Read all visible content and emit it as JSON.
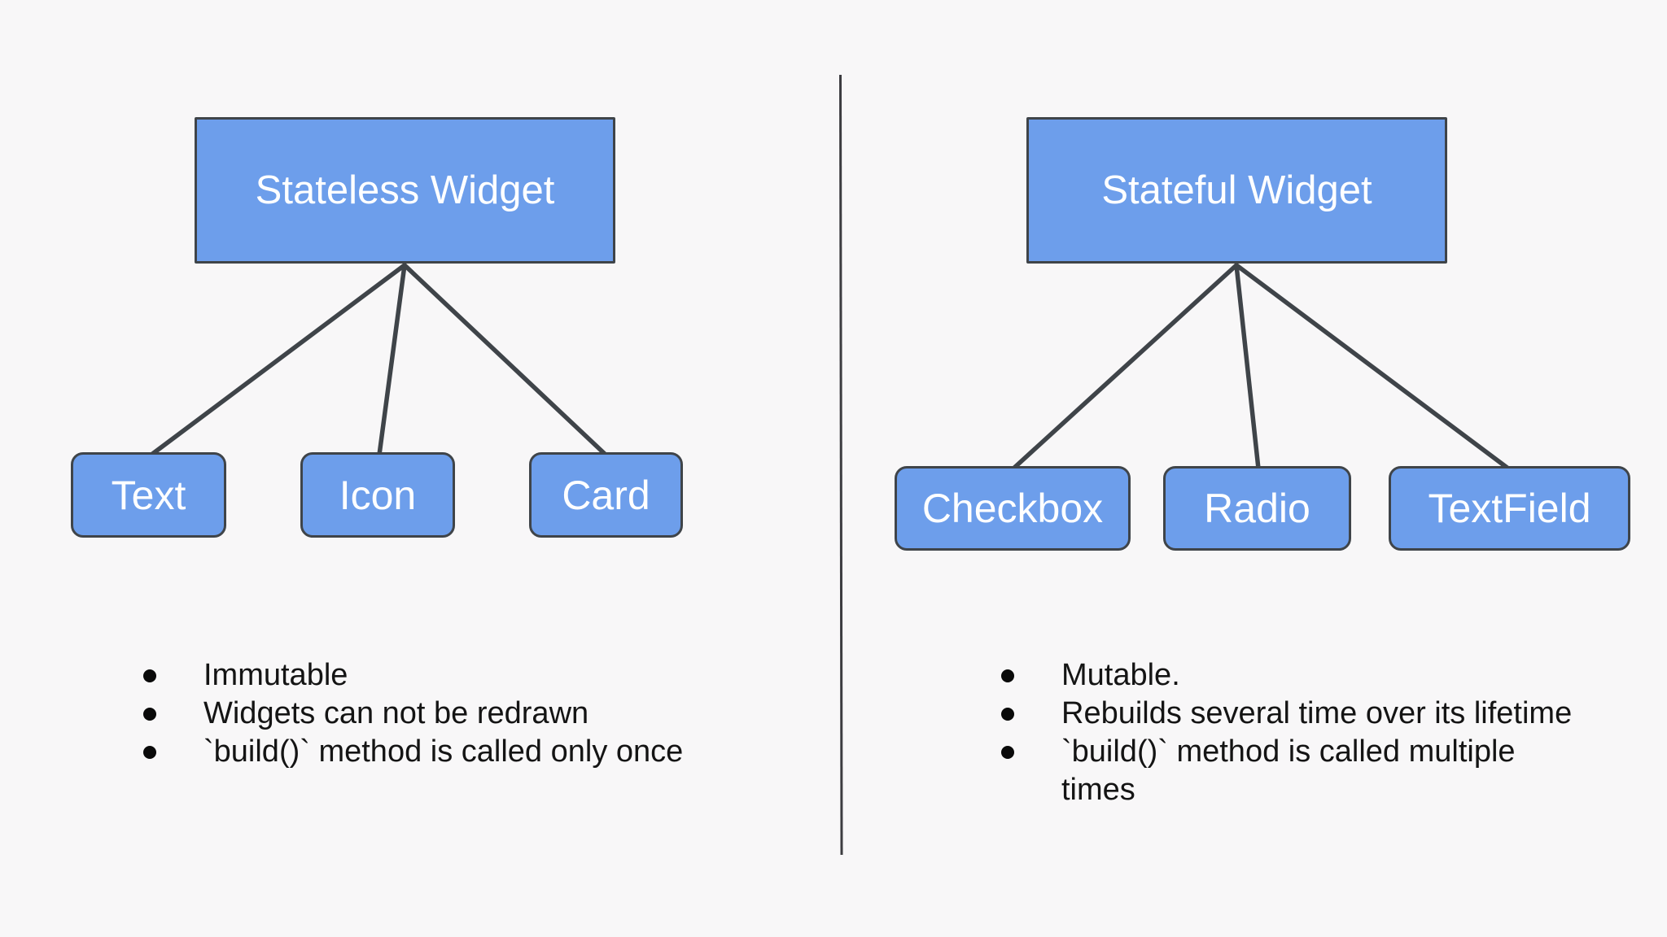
{
  "left_panel": {
    "parent_label": "Stateless Widget",
    "children": [
      "Text",
      "Icon",
      "Card"
    ],
    "bullets": [
      "Immutable",
      "Widgets can not be redrawn",
      "`build()` method is called only once"
    ]
  },
  "right_panel": {
    "parent_label": "Stateful Widget",
    "children": [
      "Checkbox",
      "Radio",
      "TextField"
    ],
    "bullets": [
      "Mutable.",
      "Rebuilds several time over its lifetime",
      "`build()` method is called multiple times"
    ]
  },
  "colors": {
    "node_fill": "#6d9eeb",
    "node_border": "#3f4449",
    "connector_line": "#3f4449",
    "divider_line": "#3c3c40",
    "background": "#f8f7f8",
    "node_text": "#ffffff",
    "bullet_text": "#141414"
  }
}
